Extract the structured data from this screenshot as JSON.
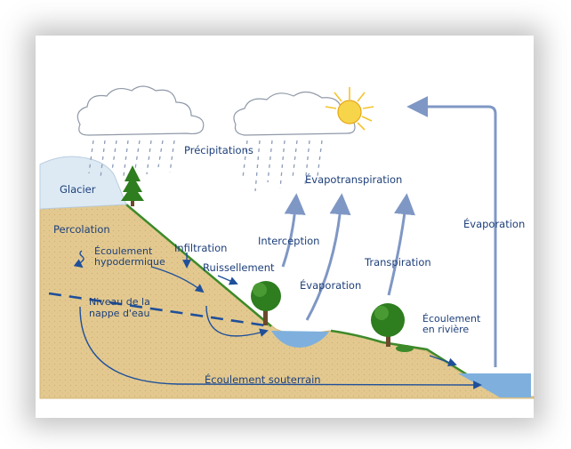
{
  "labels": {
    "glacier": "Glacier",
    "precipitations": "Précipitations",
    "evapotranspiration": "Évapotranspiration",
    "evaporation_sea": "Évaporation",
    "percolation": "Percolation",
    "ecoulement_hypo_1": "Écoulement",
    "ecoulement_hypo_2": "hypodermique",
    "infiltration": "Infiltration",
    "interception": "Interception",
    "ruissellement": "Ruissellement",
    "transpiration": "Transpiration",
    "evaporation_lake": "Évaporation",
    "niveau_1": "Niveau de la",
    "niveau_2": "nappe d'eau",
    "riviere_1": "Écoulement",
    "riviere_2": "en rivière",
    "souterrain": "Écoulement souterrain"
  },
  "colors": {
    "ground": "#e3c98f",
    "ground_edge": "#d2b577",
    "grass": "#3d8a2a",
    "water": "#7fb0dd",
    "arrow_dark": "#1f4f9a",
    "arrow_light": "#7f97c4",
    "label": "#1d3f7a",
    "tree_green": "#2e7d1f",
    "tree_trunk": "#6b4a2b",
    "sun": "#f5c32c"
  }
}
